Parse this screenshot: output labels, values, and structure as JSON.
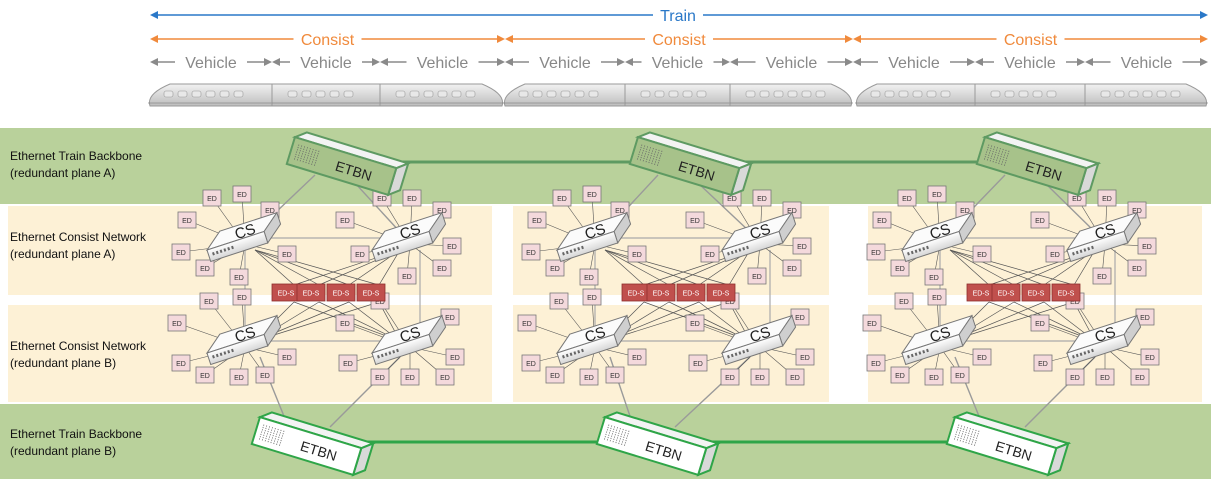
{
  "colors": {
    "train": "#2a78c8",
    "consist": "#f08a3c",
    "vehicle": "#8a8a8a",
    "backbone_a": "#b9d19b",
    "backbone_a_line": "#5e9a62",
    "backbone_b_line": "#2fa548",
    "consist_bg": "#fdf1d6",
    "ed_fill": "#f4d9dc",
    "eds_fill": "#c0504d"
  },
  "top": {
    "train_label": "Train",
    "consist_labels": [
      "Consist",
      "Consist",
      "Consist"
    ],
    "vehicle_labels": [
      "Vehicle",
      "Vehicle",
      "Vehicle",
      "Vehicle",
      "Vehicle",
      "Vehicle",
      "Vehicle",
      "Vehicle",
      "Vehicle"
    ]
  },
  "rows": {
    "backbone_a": [
      "Ethernet Train Backbone",
      "(redundant plane A)"
    ],
    "consist_a": [
      "Ethernet Consist Network",
      "(redundant plane A)"
    ],
    "consist_b": [
      "Ethernet Consist Network",
      "(redundant plane B)"
    ],
    "backbone_b": [
      "Ethernet Train Backbone",
      "(redundant plane B)"
    ]
  },
  "labels": {
    "etbn": "ETBN",
    "cs": "CS",
    "ed": "ED",
    "eds": "ED-S"
  },
  "icons": {
    "vehicle": "train-car-icon",
    "etbn": "switch-box-icon",
    "cs": "switch-box-icon"
  }
}
